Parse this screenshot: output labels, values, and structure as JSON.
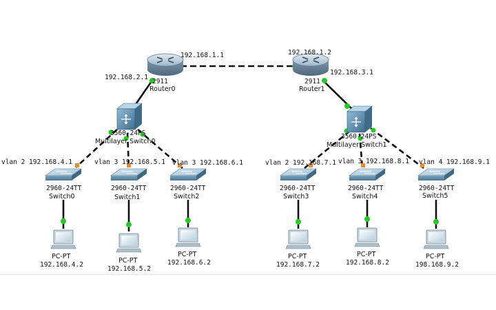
{
  "links": {
    "wan": {
      "left_ip": "192.168.1.1",
      "right_ip": "192.168.1.2"
    },
    "router0_down_ip": "192.168.2.1",
    "router1_down_ip": "192.168.3.1"
  },
  "routers": [
    {
      "model": "2911",
      "name": "Router0"
    },
    {
      "model": "2911",
      "name": "Router1"
    }
  ],
  "multilayer_switches": [
    {
      "model": "3560-24PS",
      "name": "Multilayer Switch0"
    },
    {
      "model": "3560-24PS",
      "name": "Multilayer Switch1"
    }
  ],
  "vlans": [
    "vlan 2 192.168.4.1",
    "vlan 3 192.168.5.1",
    "vlan 3 192.168.6.1",
    "vlan 2 192.168.7.1",
    "vlan 3 192.168.8.1",
    "vlan 4 192.168.9.1"
  ],
  "switches": [
    {
      "model": "2960-24TT",
      "name": "Switch0"
    },
    {
      "model": "2960-24TT",
      "name": "Switch1"
    },
    {
      "model": "2960-24TT",
      "name": "Switch2"
    },
    {
      "model": "2960-24TT",
      "name": "Switch3"
    },
    {
      "model": "2960-24TT",
      "name": "Switch4"
    },
    {
      "model": "2960-24TT",
      "name": "Switch5"
    }
  ],
  "pcs": [
    {
      "type": "PC-PT",
      "ip": "192.168.4.2"
    },
    {
      "type": "PC-PT",
      "ip": "192.168.5.2"
    },
    {
      "type": "PC-PT",
      "ip": "192.168.6.2"
    },
    {
      "type": "PC-PT",
      "ip": "192.168.7.2"
    },
    {
      "type": "PC-PT",
      "ip": "192.168.8.2"
    },
    {
      "type": "PC-PT",
      "ip": "198.168.9.2"
    }
  ],
  "colors": {
    "link_up": "#22cc22",
    "link_pending": "#f08a30",
    "device_blue": "#6aa6c8"
  }
}
